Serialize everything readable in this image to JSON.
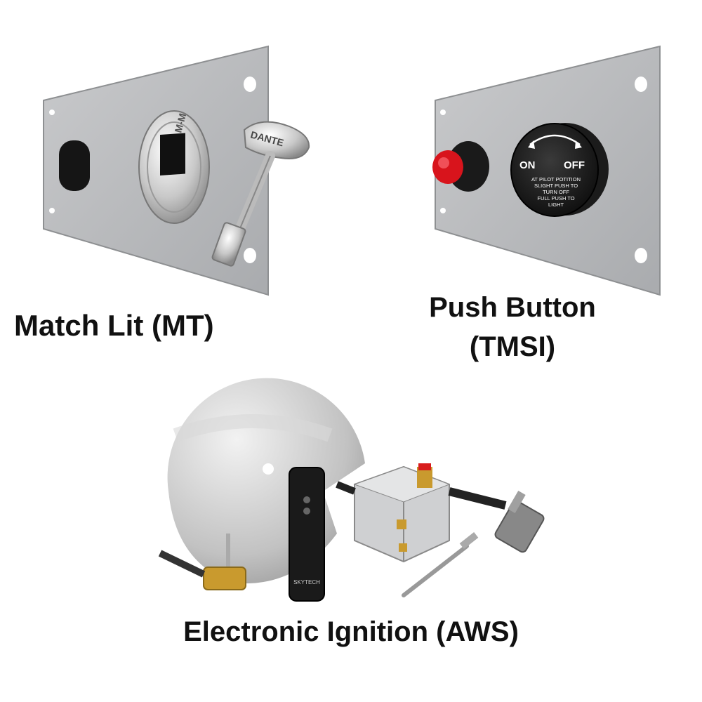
{
  "products": [
    {
      "label": "Match Lit (MT)"
    },
    {
      "label_line1": "Push Button",
      "label_line2": "(TMSI)"
    },
    {
      "label": "Electronic Ignition (AWS)"
    }
  ],
  "mt_panel": {
    "key_brand": "DANTE",
    "flange_mark": "M-M"
  },
  "tmsi_panel": {
    "knob_on": "ON",
    "knob_off": "OFF",
    "knob_instructions": [
      "AT PILOT POTITION",
      "SLIGHT PUSH TO",
      "TURN OFF",
      "FULL PUSH TO",
      "LIGHT"
    ]
  },
  "aws_kit": {
    "remote_brand": "SKYTECH"
  }
}
